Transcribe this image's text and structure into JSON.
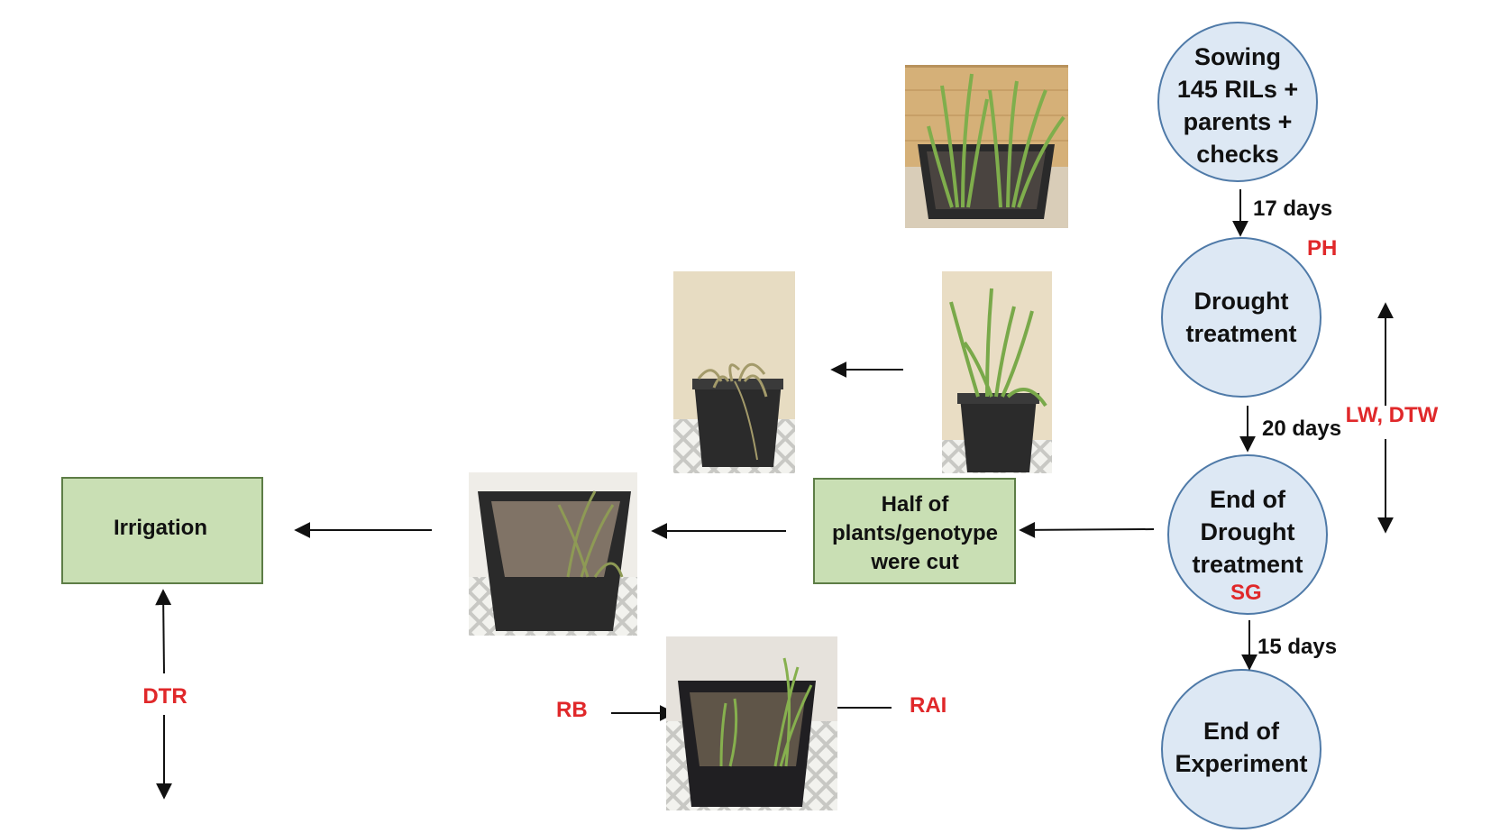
{
  "steps": {
    "sowing": {
      "lines": [
        "Sowing",
        "145 RILs +",
        "parents +",
        "checks"
      ]
    },
    "drought": {
      "lines": [
        "Drought",
        "treatment"
      ]
    },
    "end_drought": {
      "lines": [
        "End of",
        "Drought",
        "treatment"
      ]
    },
    "end_experiment": {
      "lines": [
        "End of",
        "Experiment"
      ]
    },
    "cut": {
      "lines": [
        "Half of",
        "plants/genotype",
        "were cut"
      ]
    },
    "irrigation": {
      "label": "Irrigation"
    }
  },
  "durations": {
    "d17": "17 days",
    "d20": "20 days",
    "d15": "15 days"
  },
  "traits": {
    "ph": "PH",
    "lw_dtw": "LW, DTW",
    "sg": "SG",
    "dtr": "DTR",
    "rb": "RB",
    "rai": "RAI"
  },
  "colors": {
    "circle_fill": "#dde8f4",
    "circle_stroke": "#4f7aa8",
    "box_fill": "#c9dfb4",
    "box_stroke": "#5d7d46",
    "trait_text": "#e0282a"
  }
}
